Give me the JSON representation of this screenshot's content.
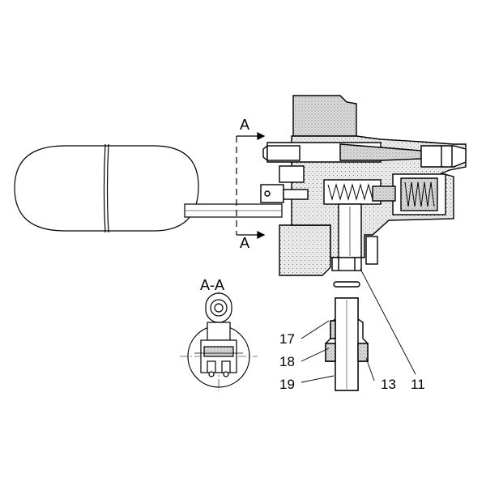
{
  "section_marks": {
    "top": "A",
    "bottom": "A"
  },
  "section_title": "A-A",
  "callouts": {
    "c17": "17",
    "c18": "18",
    "c19": "19",
    "c13": "13",
    "c11": "11"
  },
  "colors": {
    "line": "#000000",
    "hatch_fill": "#e6e6e6",
    "background": "#ffffff"
  }
}
